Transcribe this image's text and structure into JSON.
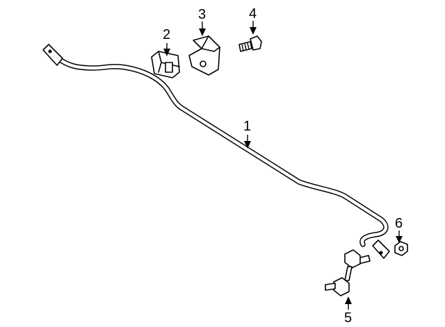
{
  "diagram": {
    "callouts": [
      {
        "id": "1",
        "label": "1",
        "part": "stabilizer-bar"
      },
      {
        "id": "2",
        "label": "2",
        "part": "bushing"
      },
      {
        "id": "3",
        "label": "3",
        "part": "bracket"
      },
      {
        "id": "4",
        "label": "4",
        "part": "bolt"
      },
      {
        "id": "5",
        "label": "5",
        "part": "stabilizer-link"
      },
      {
        "id": "6",
        "label": "6",
        "part": "nut"
      }
    ],
    "colors": {
      "line": "#000000",
      "fill": "#ffffff",
      "background": "#ffffff"
    }
  }
}
